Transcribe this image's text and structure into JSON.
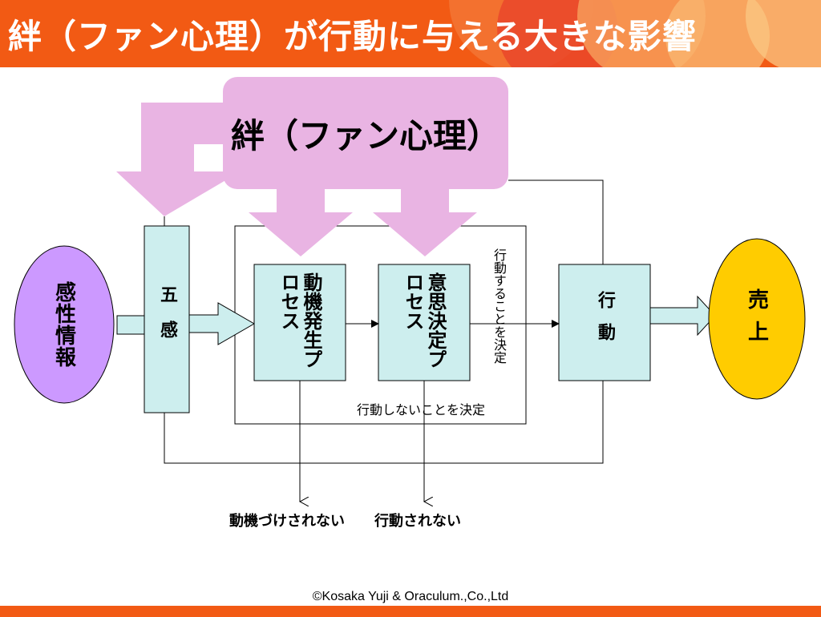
{
  "header": {
    "title": "絆（ファン心理）が行動に与える大きな影響"
  },
  "diagram": {
    "kizuna_label": "絆（ファン心理）",
    "nodes": {
      "sensory_info": "感性情報",
      "five_senses": "五感",
      "motivation_process": "動機発生プロセス",
      "decision_process": "意思決定プロセス",
      "action": "行動",
      "sales": "売上"
    },
    "labels": {
      "decide_to_act": "行動することを決定",
      "decide_not_to_act": "行動しないことを決定",
      "not_motivated": "動機づけされない",
      "no_action": "行動されない"
    }
  },
  "footer": {
    "copyright": "©Kosaka Yuji & Oraculum.,Co.,Ltd"
  },
  "colors": {
    "accent": "#f25a14",
    "pink": "#e9b4e3",
    "lavender": "#cc99ff",
    "box": "#cdeeee",
    "yellow": "#ffcc00"
  }
}
